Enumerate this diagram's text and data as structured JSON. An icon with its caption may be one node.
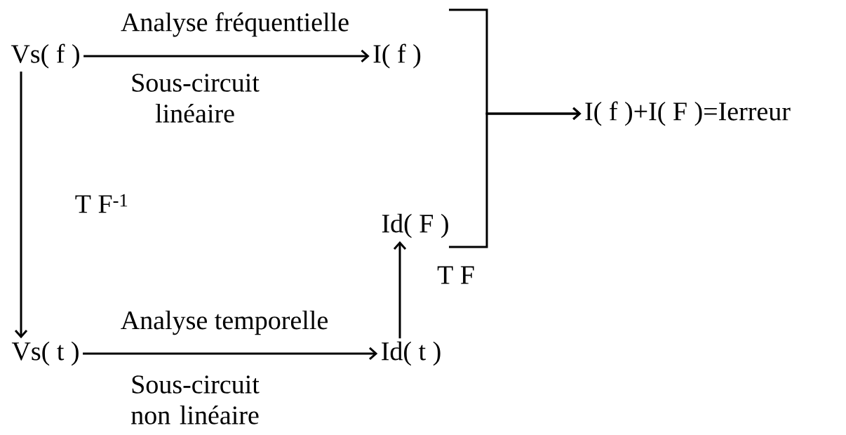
{
  "diagram": {
    "nodes": [
      {
        "text": [
          "Vs( f )"
        ]
      },
      {
        "text": [
          "I( f )"
        ]
      },
      {
        "text": [
          "Vs( t )"
        ]
      },
      {
        "text": [
          "Id( t )"
        ]
      },
      {
        "text": [
          "Id( F )"
        ]
      },
      {
        "text": [
          "I( f )+I( F )=Ierreur"
        ]
      }
    ],
    "edges": [
      {
        "from": 0,
        "to": 1,
        "arrow": "to",
        "label": "Analyse fréquentielle"
      },
      {
        "from": 0,
        "to": 2,
        "arrow": "to",
        "label": "T F$^{-1}$"
      },
      {
        "from": 2,
        "to": 3,
        "arrow": "to",
        "label": "Analyse temporelle"
      },
      {
        "from": 3,
        "to": 4,
        "arrow": "to",
        "label": "T F"
      },
      {
        "from": 1,
        "to": 5,
        "arrow": "to"
      },
      {
        "from": 4,
        "to": 5,
        "arrow": "to"
      }
    ],
    "labels": [
      "Sous-circuit linéaire",
      "Sous-circuit non linéaire"
    ]
  }
}
